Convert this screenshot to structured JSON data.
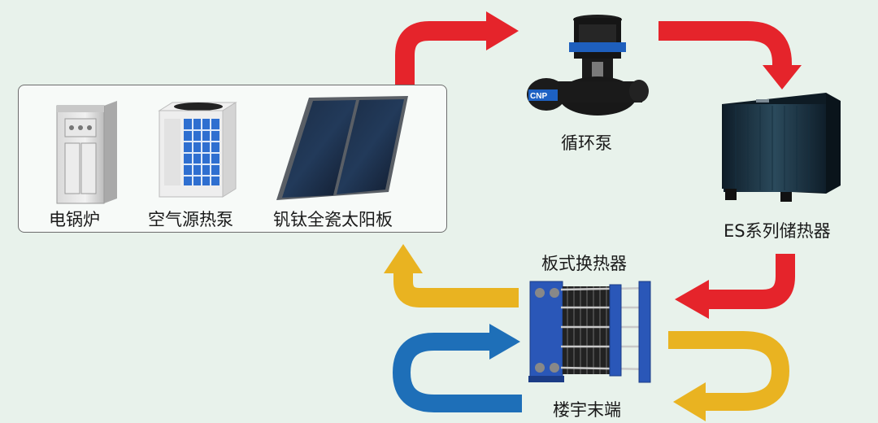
{
  "labels": {
    "electric_boiler": "电锅炉",
    "air_heat_pump": "空气源热泵",
    "solar_panel": "钒钛全瓷太阳板",
    "circulation_pump": "循环泵",
    "es_heat_storage": "ES系列储热器",
    "plate_heat_exchanger": "板式换热器",
    "building_terminal": "楼宇末端"
  },
  "pump_brand": "CNP",
  "colors": {
    "hot": "#e5242b",
    "warm": "#e9b321",
    "cold": "#1e6fb8",
    "background": "#e8f2eb"
  }
}
